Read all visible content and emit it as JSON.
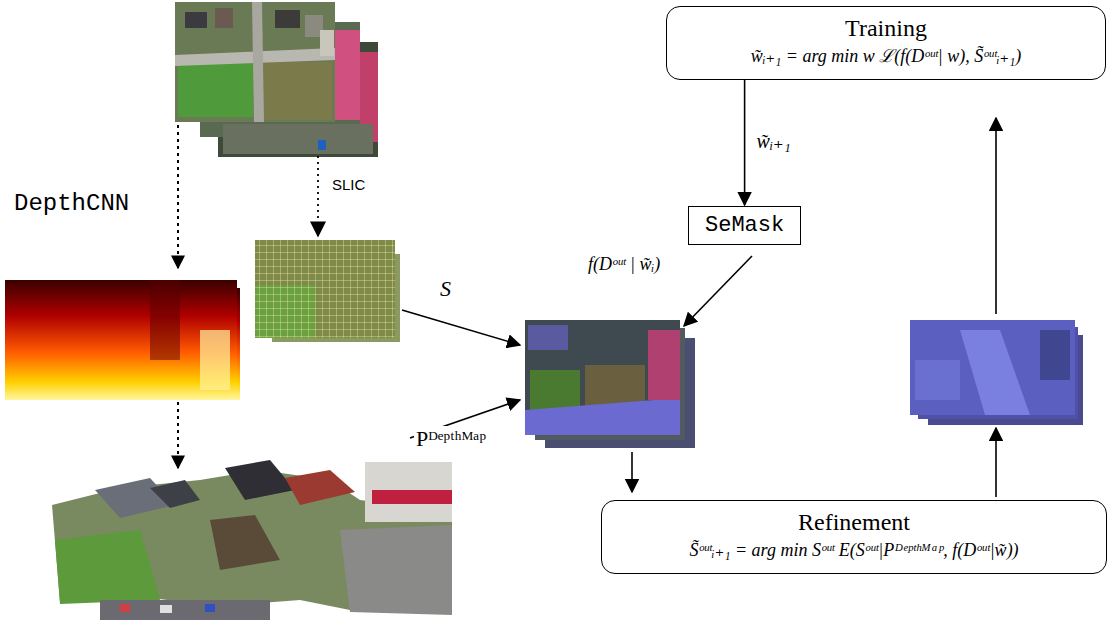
{
  "diagram": {
    "nodes": [
      {
        "text": [
          "Training",
          "w̃ᵢ₊₁ = arg min w ℒ(f(Dᵒᵘᵗ| w), S̃ᵒᵘᵗᵢ₊₁)"
        ]
      },
      {
        "text": [
          "SeMask"
        ]
      },
      {
        "text": [
          "Refinement",
          "S̃ᵒᵘᵗᵢ₊₁ = arg min Sᵒᵘᵗ E(Sᵒᵘᵗ|Pᴰᵉᵖᵗʰᴹᵃᵖ, f(Dᵒᵘᵗ|w̃))"
        ]
      }
    ],
    "edges": [
      {
        "from": 0,
        "to": 1,
        "arrow": "to",
        "label": "w̃ᵢ₊₁"
      }
    ],
    "labels": [
      "DepthCNN",
      "SLIC",
      "S",
      "Pᴰᵉᵖᵗʰᴹᵃᵖ",
      "f(Dᵒᵘᵗ | w̃ᵢ)"
    ]
  }
}
